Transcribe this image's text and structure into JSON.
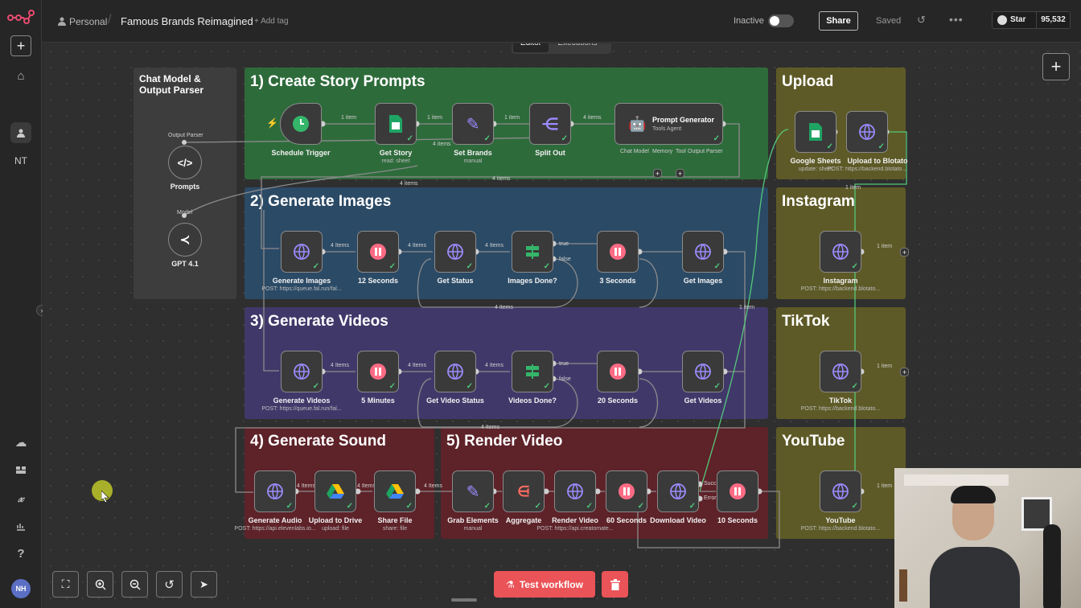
{
  "breadcrumb": {
    "project": "Personal",
    "workflow": "Famous Brands Reimagined",
    "add_tag": "+ Add tag"
  },
  "header": {
    "status": "Inactive",
    "share": "Share",
    "saved": "Saved",
    "star": "Star",
    "star_count": "95,532"
  },
  "tabs": [
    {
      "label": "Editor",
      "active": true
    },
    {
      "label": "Executions",
      "active": false
    }
  ],
  "sidebar": {
    "user_initials": "NT",
    "avatar_initials": "NH"
  },
  "sections": {
    "chat": "Chat Model & Output Parser",
    "s1": "1) Create Story Prompts",
    "s2": "2) Generate Images",
    "s3": "3) Generate Videos",
    "s4": "4) Generate Sound",
    "s5": "5) Render Video",
    "upload": "Upload",
    "instagram": "Instagram",
    "tiktok": "TikTok",
    "youtube": "YouTube"
  },
  "nodes": {
    "prompts": {
      "label": "Prompts",
      "port": "Output Parser"
    },
    "gpt": {
      "label": "GPT 4.1",
      "port": "Model"
    },
    "schedule": {
      "label": "Schedule Trigger"
    },
    "get_story": {
      "label": "Get Story",
      "sub": "read: sheet"
    },
    "set_brands": {
      "label": "Set Brands",
      "sub": "manual"
    },
    "split_out": {
      "label": "Split Out"
    },
    "prompt_gen": {
      "label": "Prompt Generator",
      "sub": "Tools Agent",
      "p1": "Chat Model",
      "p2": "Memory",
      "p3": "Tool",
      "p4": "Output Parser"
    },
    "gen_images": {
      "label": "Generate Images",
      "sub": "POST: https://queue.fal.run/fal..."
    },
    "twelve": {
      "label": "12 Seconds"
    },
    "get_status": {
      "label": "Get Status"
    },
    "images_done": {
      "label": "Images Done?",
      "t": "true",
      "f": "false"
    },
    "three": {
      "label": "3 Seconds"
    },
    "get_images": {
      "label": "Get Images"
    },
    "gen_videos": {
      "label": "Generate Videos",
      "sub": "POST: https://queue.fal.run/fal..."
    },
    "five_min": {
      "label": "5 Minutes"
    },
    "get_video_status": {
      "label": "Get Video Status"
    },
    "videos_done": {
      "label": "Videos Done?",
      "t": "true",
      "f": "false"
    },
    "twenty": {
      "label": "20 Seconds"
    },
    "get_videos": {
      "label": "Get Videos"
    },
    "gen_audio": {
      "label": "Generate Audio",
      "sub": "POST: https://api.elevenlabs.io..."
    },
    "upload_drive": {
      "label": "Upload to Drive",
      "sub": "upload: file"
    },
    "share_file": {
      "label": "Share File",
      "sub": "share: file"
    },
    "grab": {
      "label": "Grab Elements",
      "sub": "manual"
    },
    "aggregate": {
      "label": "Aggregate"
    },
    "render": {
      "label": "Render Video",
      "sub": "POST: https://api.creatomate..."
    },
    "sixty": {
      "label": "60 Seconds"
    },
    "download": {
      "label": "Download Video",
      "s": "Succ",
      "e": "Error"
    },
    "ten": {
      "label": "10 Seconds"
    },
    "gsheets": {
      "label": "Google Sheets",
      "sub": "update: sheet"
    },
    "blotato": {
      "label": "Upload to Blotato",
      "sub": "POST: https://backend.blotato..."
    },
    "instagram": {
      "label": "Instagram",
      "sub": "POST: https://backend.blotato..."
    },
    "tiktok": {
      "label": "TikTok",
      "sub": "POST: https://backend.blotato..."
    },
    "youtube": {
      "label": "YouTube",
      "sub": "POST: https://backend.blotato..."
    }
  },
  "conn": {
    "one": "1 item",
    "four": "4 items",
    "items": "Items",
    "fours": "4 Items"
  },
  "footer": {
    "test_workflow": "Test workflow"
  }
}
